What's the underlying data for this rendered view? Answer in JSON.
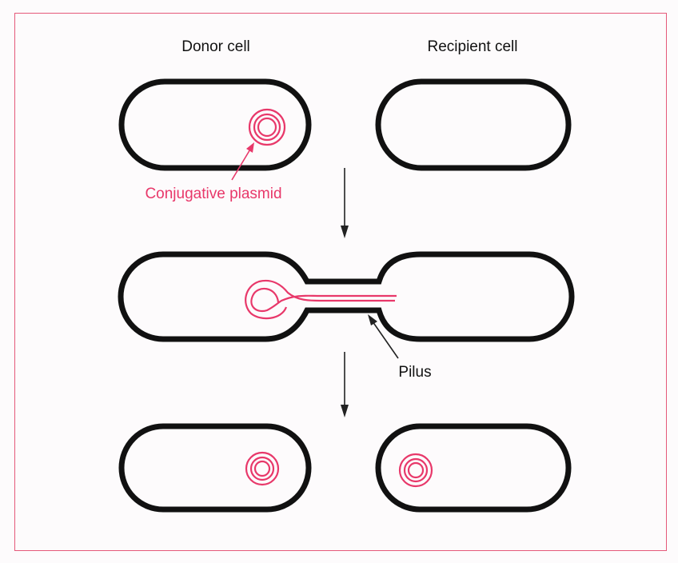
{
  "labels": {
    "donor_cell": "Donor cell",
    "recipient_cell": "Recipient cell",
    "conjugative_plasmid": "Conjugative plasmid",
    "pilus": "Pilus"
  },
  "colors": {
    "frame": "#e5597a",
    "plasmid": "#e8386a",
    "cell_wall": "#111111"
  }
}
